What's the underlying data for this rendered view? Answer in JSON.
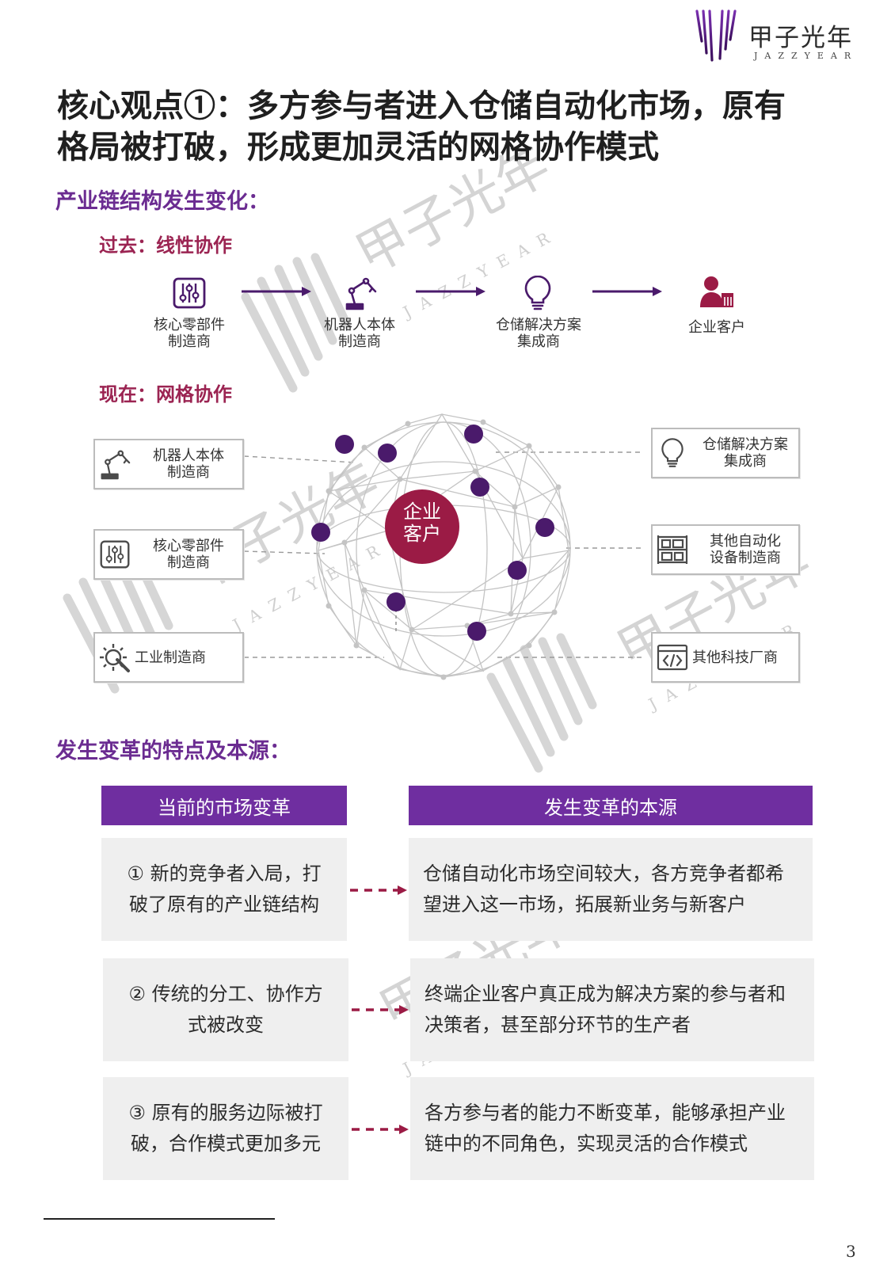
{
  "logo": {
    "cn": "甲子光年",
    "en": "JAZZYEAR"
  },
  "watermark": {
    "cn": "甲子光年",
    "en": "JAZZYEAR"
  },
  "title_line1": "核心观点①：多方参与者进入仓储自动化市场，原有",
  "title_line2": "格局被打破，形成更加灵活的网格协作模式",
  "section1": "产业链结构发生变化：",
  "past": {
    "label": "过去：线性协作",
    "steps": [
      {
        "icon": "control-panel-icon",
        "line1": "核心零部件",
        "line2": "制造商"
      },
      {
        "icon": "robot-arm-icon",
        "line1": "机器人本体",
        "line2": "制造商"
      },
      {
        "icon": "lightbulb-icon",
        "line1": "仓储解决方案",
        "line2": "集成商"
      },
      {
        "icon": "enterprise-user-icon",
        "line1": "企业客户",
        "line2": ""
      }
    ]
  },
  "now": {
    "label": "现在：网格协作",
    "center_line1": "企业",
    "center_line2": "客户",
    "left": [
      {
        "icon": "robot-arm-icon",
        "line1": "机器人本体",
        "line2": "制造商"
      },
      {
        "icon": "control-panel-icon",
        "line1": "核心零部件",
        "line2": "制造商"
      },
      {
        "icon": "gear-wrench-icon",
        "line1": "工业制造商",
        "line2": ""
      }
    ],
    "right": [
      {
        "icon": "lightbulb-icon",
        "line1": "仓储解决方案",
        "line2": "集成商"
      },
      {
        "icon": "shelving-icon",
        "line1": "其他自动化",
        "line2": "设备制造商"
      },
      {
        "icon": "code-icon",
        "line1": "其他科技厂商",
        "line2": ""
      }
    ]
  },
  "section2": "发生变革的特点及本源：",
  "table": {
    "left_header": "当前的市场变革",
    "right_header": "发生变革的本源",
    "rows": [
      {
        "left_line1": "① 新的竞争者入局，打",
        "left_line2": "破了原有的产业链结构",
        "right_line1": "仓储自动化市场空间较大，各方竞争者都希",
        "right_line2": "望进入这一市场，拓展新业务与新客户"
      },
      {
        "left_line1": "② 传统的分工、协作方",
        "left_line2": "式被改变",
        "right_line1": "终端企业客户真正成为解决方案的参与者和",
        "right_line2": "决策者，甚至部分环节的生产者"
      },
      {
        "left_line1": "③ 原有的服务边际被打",
        "left_line2": "破，合作模式更加多元",
        "right_line1": "各方参与者的能力不断变革，能够承担产业",
        "right_line2": "链中的不同角色，实现灵活的合作模式"
      }
    ]
  },
  "page_number": "3",
  "colors": {
    "purple": "#6f2ea0",
    "crimson": "#9b1b45",
    "node": "#4a1a6b",
    "heading": "#6b2c91",
    "subheading": "#9b2452"
  }
}
